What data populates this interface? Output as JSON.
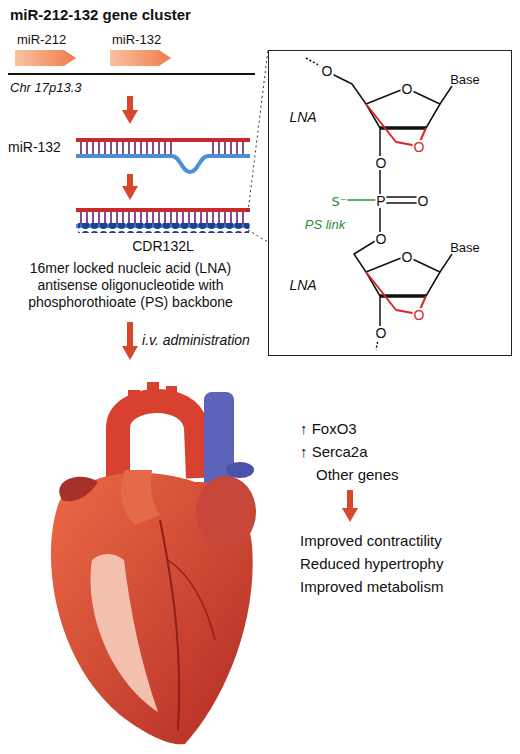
{
  "diagram": {
    "title": "miR-212-132 gene cluster",
    "nodes": [
      {
        "text": [
          "O",
          "O",
          "Base",
          "O",
          "LNA",
          "O",
          "P",
          "O",
          "S⁻",
          "PS link",
          "O",
          "O",
          "Base",
          "O",
          "LNA",
          "O"
        ]
      }
    ],
    "labels": [
      "miR-212",
      "miR-132",
      "Chr 17p13.3",
      "miR-132",
      "CDR132L",
      "16mer locked nucleic acid (LNA) antisense oligonucleotide with phosphorothioate (PS) backbone",
      "i.v. administration",
      "↑ FoxO3",
      "↑ Serca2a",
      "Other genes",
      "Improved contractility",
      "Reduced hypertrophy",
      "Improved metabolism"
    ]
  }
}
